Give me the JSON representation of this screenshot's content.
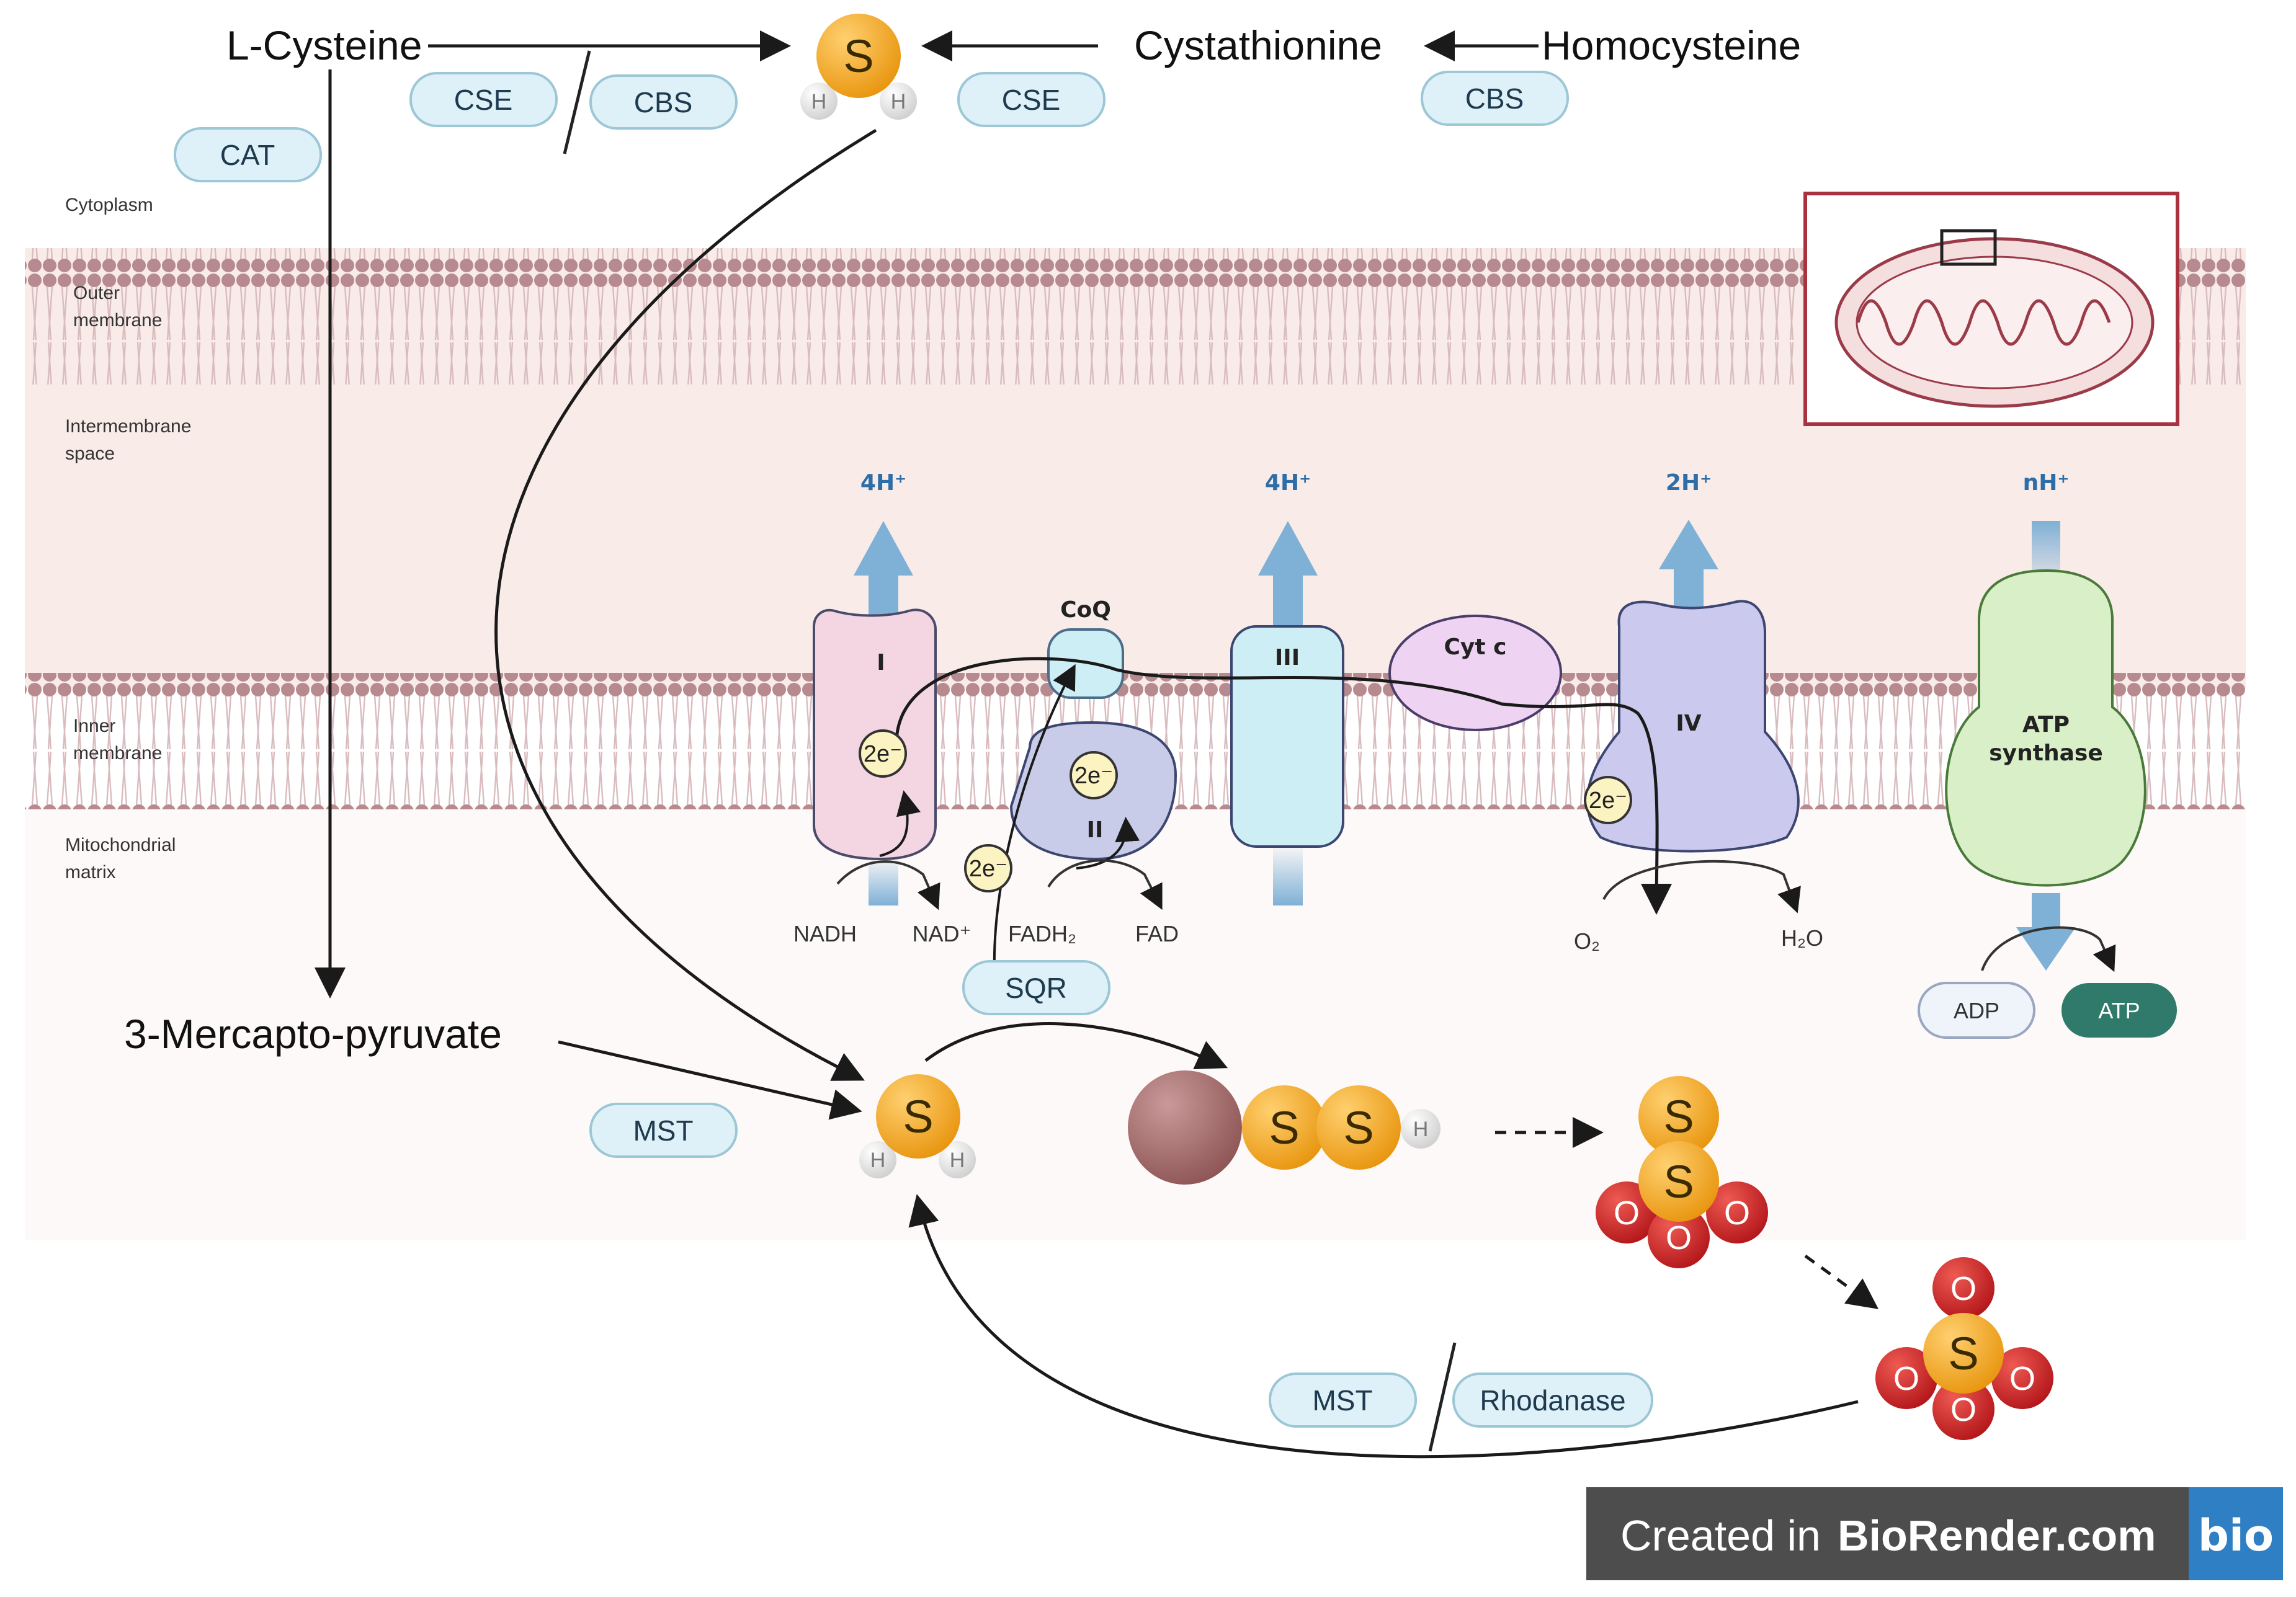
{
  "metabolites": {
    "l_cysteine": "L-Cysteine",
    "cystathionine": "Cystathionine",
    "homocysteine": "Homocysteine",
    "mercaptopyruvate": "3-Mercapto-pyruvate"
  },
  "enzymes": {
    "cse_1": "CSE",
    "cbs_1": "CBS",
    "cse_2": "CSE",
    "cbs_2": "CBS",
    "cat": "CAT",
    "sqr": "SQR",
    "mst_1": "MST",
    "mst_2": "MST",
    "rhodanase": "Rhodanase"
  },
  "regions": {
    "cytoplasm": "Cytoplasm",
    "outer_membrane": [
      "Outer",
      "membrane"
    ],
    "intermembrane_space": [
      "Intermembrane",
      "space"
    ],
    "inner_membrane": [
      "Inner",
      "membrane"
    ],
    "matrix": [
      "Mitochondrial",
      "matrix"
    ]
  },
  "complexes": {
    "c1": "I",
    "c2": "II",
    "c3": "III",
    "c4": "IV",
    "coq": "CoQ",
    "cytc": "Cyt c",
    "atp_synthase": [
      "ATP",
      "synthase"
    ]
  },
  "protons": {
    "c1": "4H⁺",
    "c3": "4H⁺",
    "c4": "2H⁺",
    "atp_synthase": "nH⁺"
  },
  "electrons": {
    "label": "2e⁻"
  },
  "substrates": {
    "nadh": "NADH",
    "nad": "NAD⁺",
    "fadh2": "FADH₂",
    "fad": "FAD",
    "o2": "O₂",
    "h2o": "H₂O",
    "adp": "ADP",
    "atp": "ATP"
  },
  "atoms": {
    "sulfur": "S",
    "hydrogen": "H",
    "oxygen": "O"
  },
  "watermark": {
    "prefix": "Created in",
    "brand": "BioRender.com",
    "logo": "bio"
  },
  "colors": {
    "membrane_head": "#b78a8f",
    "membrane_tail": "#d9bcc0",
    "ims_band": "#f8ebe8",
    "enzyme_fill": "#dff1f8",
    "enzyme_stroke": "#9cc7d6",
    "sulfur": "#f5a623",
    "oxygen": "#cc2b2b",
    "complex1": "#f4d6e3",
    "complex2": "#c8cce8",
    "complex3": "#cdeef5",
    "complex4": "#ccc9ef",
    "cytc": "#efd3f2",
    "atp_synthase": "#d8efc7",
    "proton_arrow": "#7fb0d6",
    "atp_badge": "#2f7a6a",
    "watermark_bg": "#4d4d4d",
    "logo_bg": "#2f7fc4"
  }
}
